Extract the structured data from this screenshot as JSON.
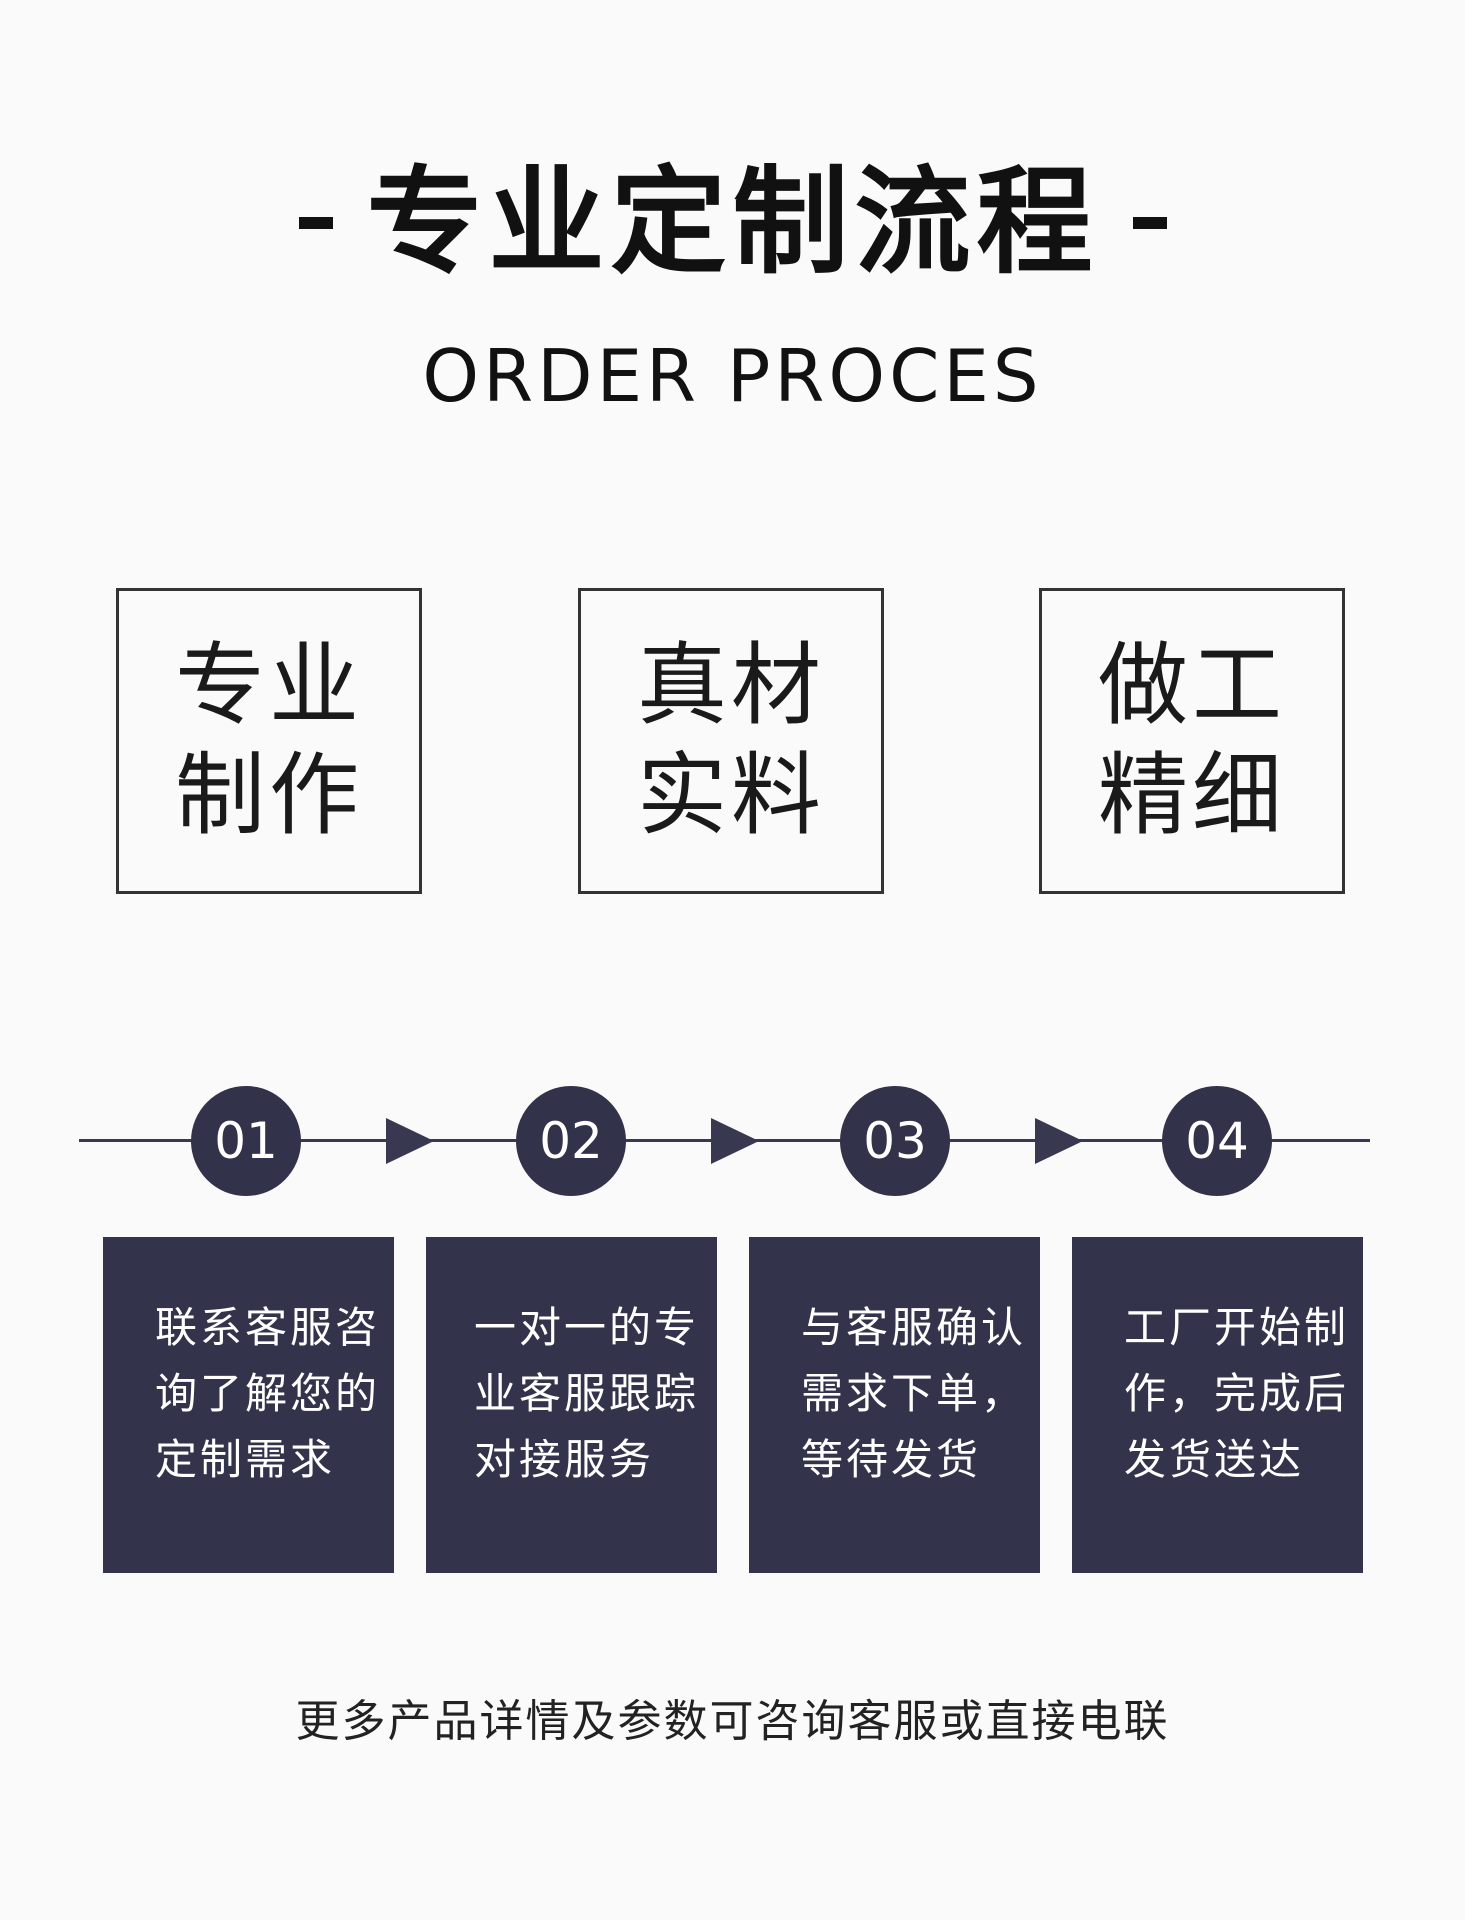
{
  "header": {
    "title": "专业定制流程",
    "subtitle": "ORDER PROCES"
  },
  "features": [
    {
      "line1": "专业",
      "line2": "制作"
    },
    {
      "line1": "真材",
      "line2": "实料"
    },
    {
      "line1": "做工",
      "line2": "精细"
    }
  ],
  "steps": [
    {
      "number": "01",
      "lines": [
        "联系客服咨",
        "询了解您的",
        "定制需求"
      ]
    },
    {
      "number": "02",
      "lines": [
        "一对一的专",
        "业客服跟踪",
        "对接服务"
      ]
    },
    {
      "number": "03",
      "lines": [
        "与客服确认",
        "需求下单，",
        "等待发货"
      ]
    },
    {
      "number": "04",
      "lines": [
        "工厂开始制",
        "作，完成后",
        "发货送达"
      ]
    }
  ],
  "footer": {
    "note": "更多产品详情及参数可咨询客服或直接电联"
  },
  "colors": {
    "background": "#fafafa",
    "accent": "#33334b",
    "text": "#111111"
  }
}
